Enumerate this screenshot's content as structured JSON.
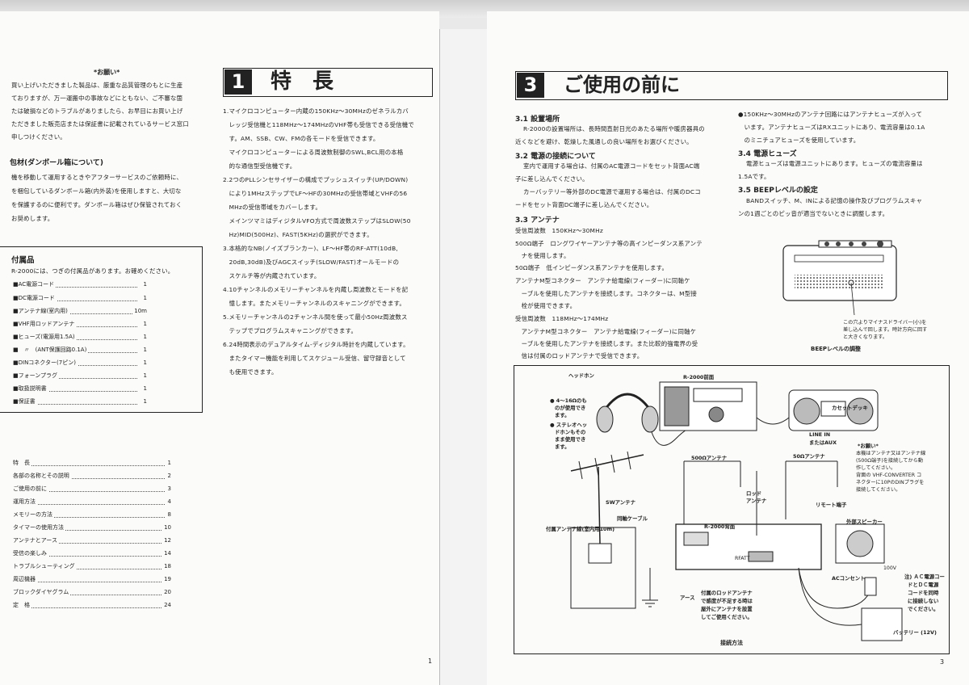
{
  "left_page": {
    "notice_title": "*お願い*",
    "notice_lines": [
      "買い上げいただきました製品は、厳重な品質管理のもとに生産",
      "ておりますが、万一運搬中の事故などにともない、ご不審な箇",
      "たは破損などのトラブルがありましたら、お早目にお買い上げ",
      "ただきました販売店または保証書に記載されているサービス窓口",
      "申しつけください。"
    ],
    "box_title": "包材(ダンボール箱について)",
    "box_lines": [
      "機を移動して運用するときやアフターサービスのご依頼時に、",
      "を梱包しているダンボール箱(内外装)を使用しますと、大切な",
      "を保護するのに便利です。ダンボール箱はぜひ保管されておく",
      "お奨めします。"
    ],
    "accessories_title": "付属品",
    "accessories_intro": "R-2000には、つぎの付属品があります。お確めください。",
    "accessories": [
      {
        "label": "■AC電源コード",
        "qty": "1"
      },
      {
        "label": "■DC電源コード",
        "qty": "1"
      },
      {
        "label": "■アンテナ線(室内用)",
        "qty": "10m"
      },
      {
        "label": "■VHF用ロッドアンテナ",
        "qty": "1"
      },
      {
        "label": "■ヒューズ(電源用1.5A)",
        "qty": "1"
      },
      {
        "label": "■　〃　(ANT保護回路0.1A)",
        "qty": "1"
      },
      {
        "label": "■DINコネクター(7ピン)",
        "qty": "1"
      },
      {
        "label": "■フォーンプラグ",
        "qty": "1"
      },
      {
        "label": "■取扱説明書",
        "qty": "1"
      },
      {
        "label": "■保証書",
        "qty": "1"
      }
    ],
    "toc": [
      {
        "label": "特　長",
        "page": "1"
      },
      {
        "label": "各部の名称とその説明",
        "page": "2"
      },
      {
        "label": "ご使用の前に",
        "page": "3"
      },
      {
        "label": "運用方法",
        "page": "4"
      },
      {
        "label": "メモリーの方法",
        "page": "8"
      },
      {
        "label": "タイマーの使用方法",
        "page": "10"
      },
      {
        "label": "アンテナとアース",
        "page": "12"
      },
      {
        "label": "受信の楽しみ",
        "page": "14"
      },
      {
        "label": "トラブルシューティング",
        "page": "18"
      },
      {
        "label": "周辺機器",
        "page": "19"
      },
      {
        "label": "ブロックダイヤグラム",
        "page": "20"
      },
      {
        "label": "定　格",
        "page": "24"
      }
    ],
    "section1_number": "1",
    "section1_title": "特　長",
    "features": [
      "1.マイクロコンピューター内蔵の150KHz～30MHzのゼネラルカバ",
      "　レッジ受信機と118MHz～174MHzのVHF帯も受信できる受信機で",
      "　す。AM、SSB、CW、FMの各モードを受信できます。",
      "　マイクロコンピューターによる周波数制御のSWL,BCL用の本格",
      "　的な通信型受信機です。",
      "2.2つのPLLシンセサイザーの構成でプッシュスイッチ(UP/DOWN)",
      "　により1MHzステップでLF～HFの30MHzの受信帯域とVHFの56",
      "　MHzの受信帯域をカバーします。",
      "　メインツマミはディジタルVFO方式で周波数ステップはSLOW(50",
      "　Hz)MID(500Hz)、FAST(5KHz)の選択ができます。",
      "3.本格的なNB(ノイズブランカー)、LF～HF帯のRF-ATT(10dB,",
      "　20dB,30dB)及びAGCスイッチ(SLOW/FAST)オールモードの",
      "　スケルチ等が内蔵されています。",
      "4.10チャンネルのメモリーチャンネルを内蔵し周波数とモードを記",
      "　憶します。またメモリーチャンネルのスキャニングができます。",
      "5.メモリーチャンネルの2チャンネル間を使って最小50Hz周波数ス",
      "　テップでプログラムスキャニングができます。",
      "6.24時間表示のデュアルタイム-ディジタル時計を内蔵しています。",
      "　またタイマー機能を利用してスケジュール受信、留守録音として",
      "　も使用できます。"
    ],
    "page_number": "1"
  },
  "right_page": {
    "section3_number": "3",
    "section3_title": "ご使用の前に",
    "s31_title": "3.1 設置場所",
    "s31_lines": [
      "R-2000の設置場所は、長時間直射日光のあたる場所や暖房器具の",
      "近くなどを避け、乾燥した風通しの良い場所をお選びください。"
    ],
    "s32_title": "3.2 電源の接続について",
    "s32_lines": [
      "室内で運用する場合は、付属のAC電源コードをセット背面AC端",
      "子に差し込んでください。",
      "カーバッテリー等外部のDC電源で運用する場合は、付属のDCコ",
      "ードをセット背面DC端子に差し込んでください。"
    ],
    "s33_title": "3.3 アンテナ",
    "s33_lines": [
      "受信周波数　150KHz～30MHz",
      "500Ω端子　ロングワイヤーアンテナ等の高インピーダンス系アンテ",
      "　ナを使用します。",
      "50Ω端子　低インピーダンス系アンテナを使用します。",
      "アンテナM型コネクター　アンテナ給電線(フィーダー)に同軸ケ",
      "　ーブルを使用したアンテナを接続します。コネクターは、M型接",
      "　栓が使用できます。",
      "受信周波数　118MHz～174MHz",
      "　アンテナM型コネクター　アンテナ給電線(フィーダー)に同軸ケ",
      "　ーブルを使用したアンテナを接続します。また比較的強電界の受",
      "　信は付属のロッドアンテナで受信できます。"
    ],
    "fuse_note_lines": [
      "●150KHz～30MHzのアンテナ回路にはアンテナヒューズが入って",
      "　います。アンテナヒューズはRXユニットにあり、電流容量は0.1A",
      "　のミニチュアヒューズを使用しています。"
    ],
    "s34_title": "3.4 電源ヒューズ",
    "s34_lines": [
      "電源ヒューズは電源ユニットにあります。ヒューズの電流容量は",
      "1.5Aです。"
    ],
    "s35_title": "3.5 BEEPレベルの設定",
    "s35_lines": [
      "BANDスイッチ、M、INによる記憶の操作及びプログラムスキャ",
      "ンの1週ごとのピッ音が適当でないときに調整します。"
    ],
    "beep_note_lines": [
      "この穴よりマイナスドライバー(小)を",
      "差し込んで回します。時計方向に回す",
      "と大きくなります。"
    ],
    "beep_caption": "BEEPレベルの調整",
    "diagram": {
      "headphone": "ヘッドホン",
      "headphone_note": [
        "● 4～16Ωのも",
        "のが使用でき",
        "ます。",
        "● ステレオヘッ",
        "ドホンもその",
        "まま使用でき",
        "ます。"
      ],
      "front": "R-2000前面",
      "cassette": "カセットデッキ",
      "line_in": "LINE IN",
      "or_aux": "またはAUX",
      "onegai": "*お願い*",
      "onegai_note": [
        "本機はアンテナ又はアンテナ線",
        "(500Ω端子)を接続してから動",
        "作してください。",
        "背面の VHF-CONVERTER コ",
        "ネクターに10PのDINプラグを",
        "接続してください。"
      ],
      "ant500_a": "500Ωアンテナ",
      "ant50": "50Ωアンテナ",
      "rod": "ロッド",
      "rod2": "アンテナ",
      "remote": "リモート端子",
      "sw_ant": "SWアンテナ",
      "coax": "同軸ケーブル",
      "rear": "R-2000背面",
      "ext_spk": "外部スピーカー",
      "indoor_ant": "付属アンテナ線(室内用10m)",
      "ac_outlet": "ACコンセント",
      "v100": "100V",
      "note_ac": [
        "注) ＡＣ電源コー",
        "ドとＤＣ電源",
        "コードを同時",
        "に接続しない",
        "でください。"
      ],
      "earth": "アース",
      "rod_note": [
        "付属のロッドアンテナ",
        "で感度が不足する時は",
        "屋外にアンテナを設置",
        "してご使用ください。"
      ],
      "battery": "バッテリー (12V)",
      "rfatt": "RFATT",
      "caption": "接続方法"
    },
    "page_number": "3"
  }
}
